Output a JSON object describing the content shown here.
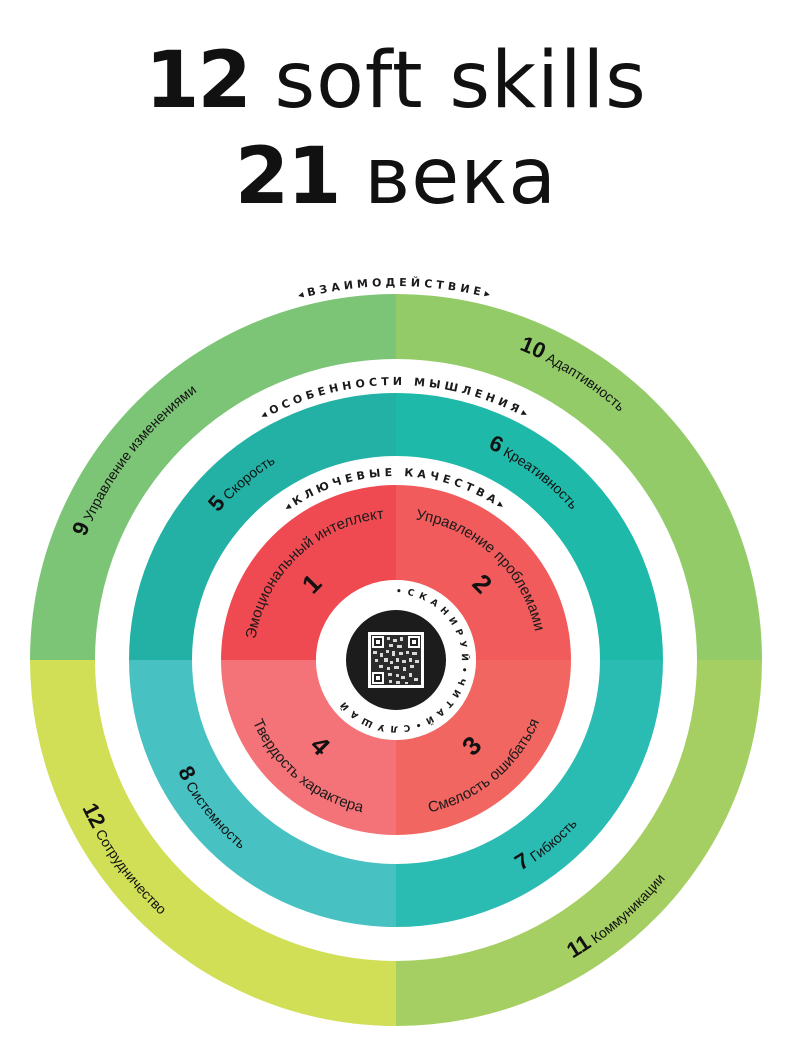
{
  "title": {
    "line1_number": "12",
    "line1_text": "soft skills",
    "line2_number": "21",
    "line2_text": "века"
  },
  "rings": {
    "outer": {
      "label": "◂ВЗАИМОДЕЙСТВИЕ▸",
      "colors": {
        "top_left": "#7cc576",
        "top_right": "#94cb69",
        "bottom_left": "#d0df56",
        "bottom_right": "#a5cf62"
      },
      "skills": [
        {
          "number": "9",
          "name": "Управление изменениями",
          "quadrant": "top_left"
        },
        {
          "number": "10",
          "name": "Адаптивность",
          "quadrant": "top_right"
        },
        {
          "number": "11",
          "name": "Коммуникации",
          "quadrant": "bottom_right"
        },
        {
          "number": "12",
          "name": "Сотрудничество",
          "quadrant": "bottom_left"
        }
      ]
    },
    "middle": {
      "label": "◂ОСОБЕННОСТИ МЫШЛЕНИЯ▸",
      "colors": {
        "top_left": "#22b1a4",
        "top_right": "#1eb9a8",
        "bottom_left": "#47c1c2",
        "bottom_right": "#2abbb3"
      },
      "skills": [
        {
          "number": "5",
          "name": "Скорость",
          "quadrant": "top_left"
        },
        {
          "number": "6",
          "name": "Креативность",
          "quadrant": "top_right"
        },
        {
          "number": "7",
          "name": "Гибкость",
          "quadrant": "bottom_right"
        },
        {
          "number": "8",
          "name": "Системность",
          "quadrant": "bottom_left"
        }
      ]
    },
    "inner": {
      "label": "◂КЛЮЧЕВЫЕ КАЧЕСТВА▸",
      "colors": {
        "top_left": "#ef4a52",
        "top_right": "#f15b5b",
        "bottom_left": "#f47378",
        "bottom_right": "#f26661"
      },
      "skills": [
        {
          "number": "1",
          "name": "Эмоциональный интеллект",
          "quadrant": "top_left"
        },
        {
          "number": "2",
          "name": "Управление проблемами",
          "quadrant": "top_right"
        },
        {
          "number": "3",
          "name": "Смелость ошибаться",
          "quadrant": "bottom_right"
        },
        {
          "number": "4",
          "name": "Твердость характера",
          "quadrant": "bottom_left"
        }
      ]
    }
  },
  "center": {
    "ring_text": "•СКАНИРУЙ•ЧИТАЙ•СЛУШАЙ",
    "qr_code": "qr-code-icon",
    "circle_color": "#1c1c1c"
  }
}
